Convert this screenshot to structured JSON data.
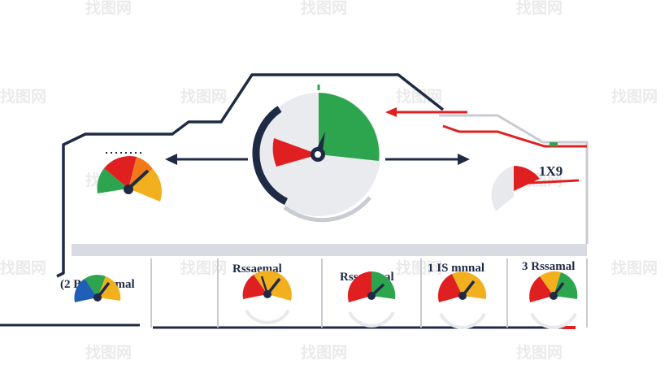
{
  "readout_label": "1X9",
  "gauge_labels": [
    "(2 B Rssurmal",
    "Rssaemal",
    "Rssammal",
    "1 IS mnnal",
    "3 Rssamal"
  ],
  "watermark_text": "找图网",
  "colors": {
    "outline": "#1f2a44",
    "red": "#e02020",
    "green": "#2da44e",
    "yellow": "#f2b01e",
    "orange": "#f07a1a",
    "blue": "#1f5fb5",
    "grey": "#c8cbd2",
    "panel": "#d8dbe2"
  }
}
